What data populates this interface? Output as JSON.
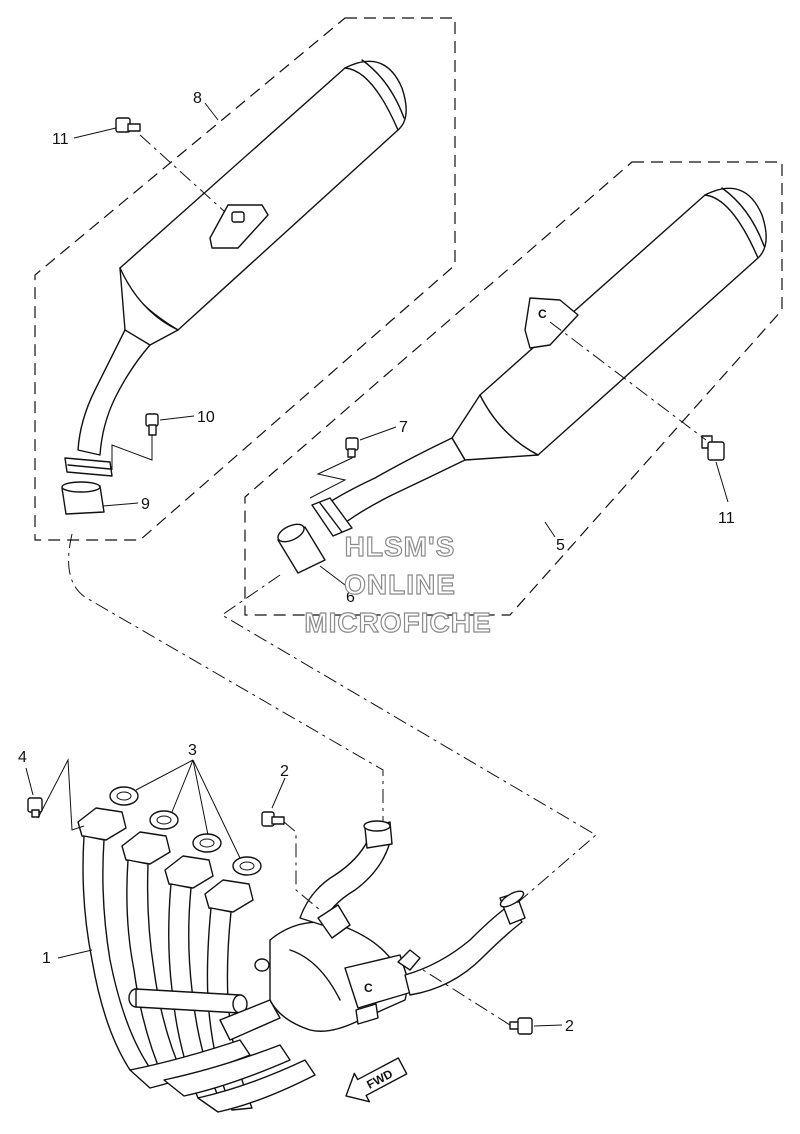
{
  "callouts": {
    "c1": "1",
    "c2a": "2",
    "c2b": "2",
    "c3": "3",
    "c4": "4",
    "c5": "5",
    "c6": "6",
    "c7": "7",
    "c8": "8",
    "c9": "9",
    "c10": "10",
    "c11a": "11",
    "c11b": "11"
  },
  "watermark": {
    "line1": "HLSM'S",
    "line2": "ONLINE",
    "line3": "MICROFICHE"
  },
  "direction_arrow": {
    "label": "FWD"
  },
  "part_marks": {
    "mark_c1": "C",
    "mark_c2": "C"
  },
  "colors": {
    "line": "#111111",
    "watermark_outline": "#8a8a8a",
    "background": "#ffffff"
  }
}
